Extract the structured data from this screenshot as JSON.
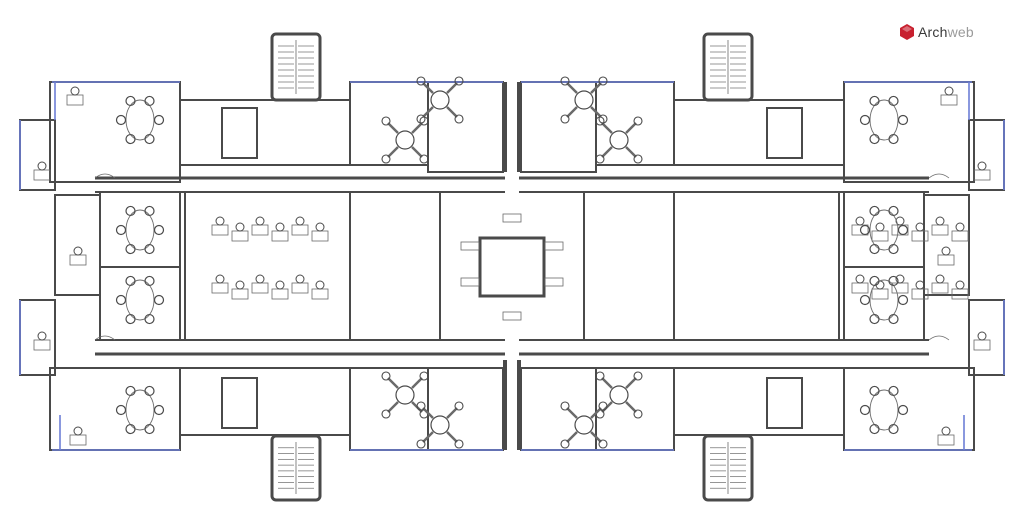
{
  "brand": {
    "name_part1": "Arch",
    "name_part2": "web",
    "mark_color": "#c8202f",
    "text_color": "#3a3a3a",
    "text_color_light": "#9a9a9a"
  },
  "colors": {
    "wall": "#4a4a4a",
    "thin_line": "#6a6a6a",
    "glazing": "#6d7fd6",
    "paper": "#ffffff"
  },
  "icons": [
    "archweb-logo-mark",
    "desk-cluster",
    "workstation-pod",
    "stair",
    "elevator",
    "meeting-table"
  ]
}
